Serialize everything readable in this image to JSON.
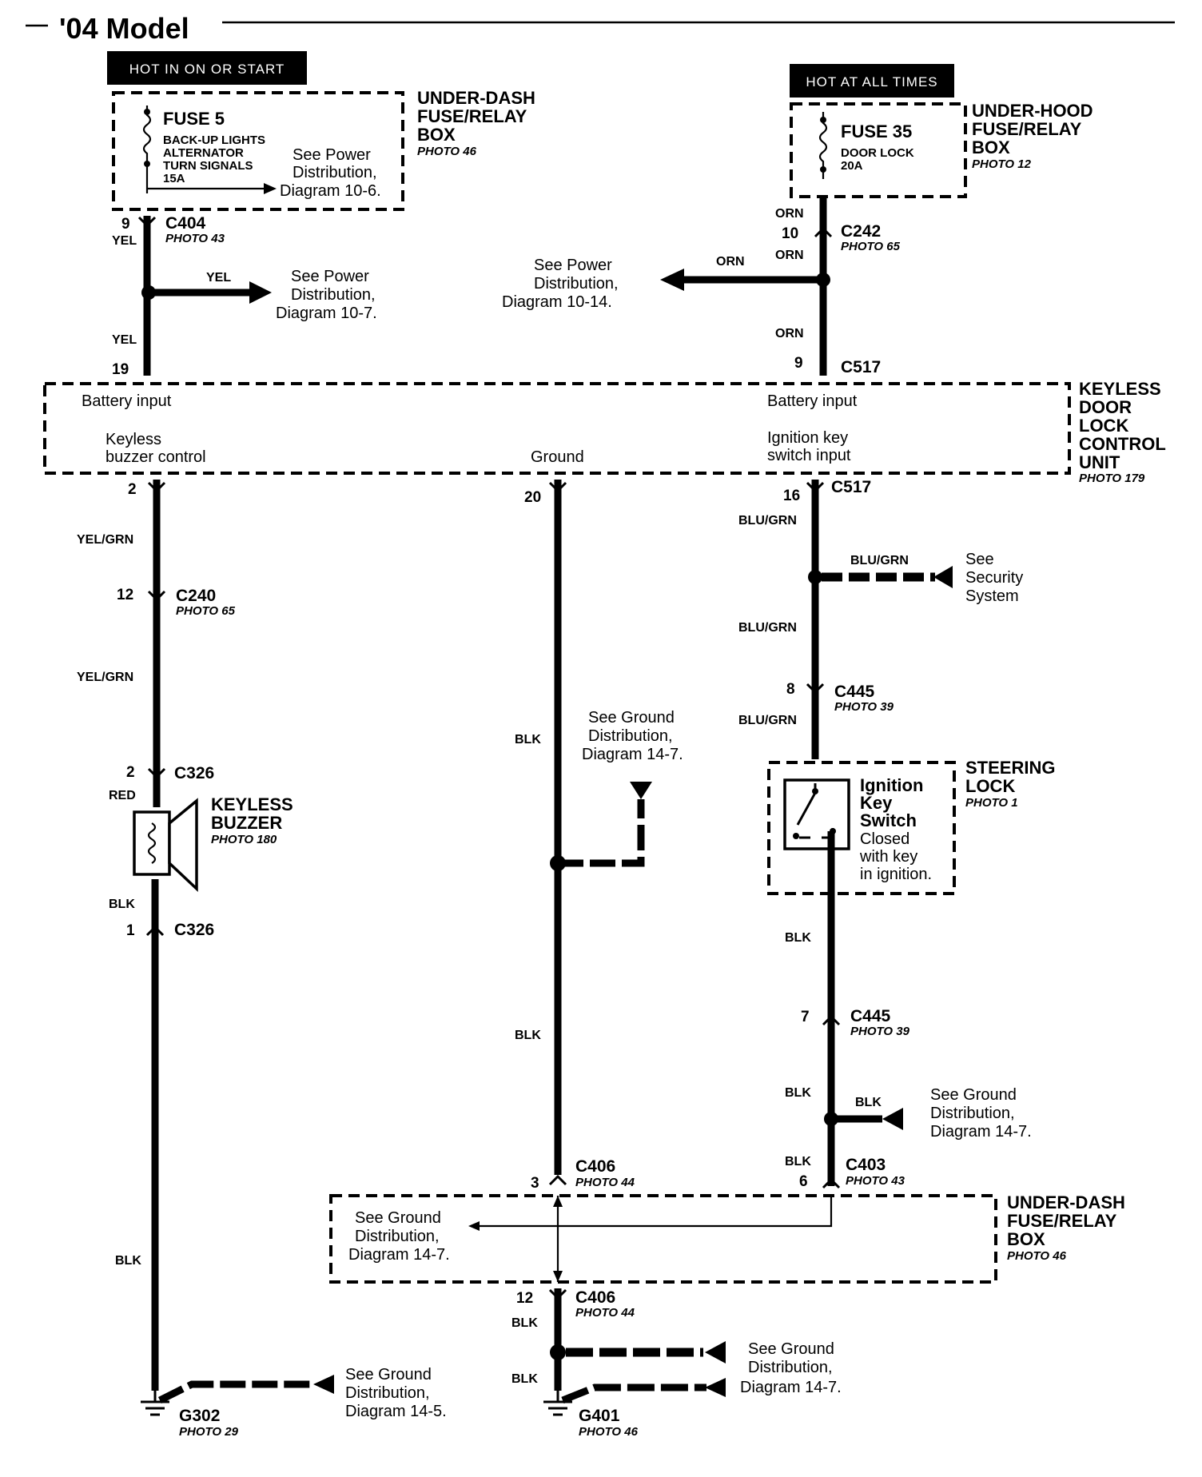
{
  "title": "'04 Model",
  "hot_in_on_or_start": "HOT IN ON OR START",
  "hot_at_all_times": "HOT AT ALL TIMES",
  "underdash_top": {
    "name": [
      "UNDER-DASH",
      "FUSE/RELAY",
      "BOX"
    ],
    "photo": "PHOTO 46",
    "fuse": "FUSE 5",
    "fuse_circuits": [
      "BACK-UP LIGHTS",
      "ALTERNATOR",
      "TURN SIGNALS",
      "15A"
    ],
    "see": [
      "See Power",
      "Distribution,",
      "Diagram 10-6."
    ]
  },
  "underhood": {
    "name": [
      "UNDER-HOOD",
      "FUSE/RELAY",
      "BOX"
    ],
    "photo": "PHOTO 12",
    "fuse": "FUSE 35",
    "fuse_circuits": [
      "DOOR LOCK",
      "20A"
    ]
  },
  "c404": {
    "pin": "9",
    "name": "C404",
    "photo": "PHOTO 43"
  },
  "c242": {
    "pin": "10",
    "name": "C242",
    "photo": "PHOTO 65"
  },
  "wire_colors": {
    "yel": "YEL",
    "orn": "ORN",
    "yel_grn": "YEL/GRN",
    "blu_grn": "BLU/GRN",
    "blk": "BLK",
    "red": "RED"
  },
  "see_power_10_7": [
    "See Power",
    "Distribution,",
    "Diagram 10-7."
  ],
  "see_power_10_14": [
    "See Power",
    "Distribution,",
    "Diagram 10-14."
  ],
  "c517_top": {
    "pin_left": "19",
    "pin_right": "9",
    "name": "C517"
  },
  "control_unit": {
    "name": [
      "KEYLESS",
      "DOOR",
      "LOCK",
      "CONTROL",
      "UNIT"
    ],
    "photo": "PHOTO 179",
    "battery_input_left": "Battery input",
    "battery_input_right": "Battery input",
    "buzzer_control": [
      "Keyless",
      "buzzer control"
    ],
    "ground": "Ground",
    "ignition_input": [
      "Ignition key",
      "switch input"
    ]
  },
  "c517_bottom": {
    "pin_left": "2",
    "pin_mid": "20",
    "pin_right": "16",
    "name": "C517"
  },
  "c240": {
    "pin": "12",
    "name": "C240",
    "photo": "PHOTO 65"
  },
  "see_security": [
    "See",
    "Security",
    "System"
  ],
  "c445_top": {
    "pin": "8",
    "name": "C445",
    "photo": "PHOTO 39"
  },
  "c326_top": {
    "pin": "2",
    "name": "C326"
  },
  "buzzer": {
    "name": [
      "KEYLESS",
      "BUZZER"
    ],
    "photo": "PHOTO 180"
  },
  "c326_bottom": {
    "pin": "1",
    "name": "C326"
  },
  "see_ground_14_7_mid": [
    "See Ground",
    "Distribution,",
    "Diagram 14-7."
  ],
  "steering_lock": {
    "name": [
      "STEERING",
      "LOCK"
    ],
    "photo": "PHOTO 1",
    "switch": [
      "Ignition",
      "Key",
      "Switch"
    ],
    "desc": [
      "Closed",
      "with key",
      "in ignition."
    ]
  },
  "c445_bottom": {
    "pin": "7",
    "name": "C445",
    "photo": "PHOTO 39"
  },
  "see_ground_14_7_right": [
    "See Ground",
    "Distribution,",
    "Diagram 14-7."
  ],
  "c406_top": {
    "pin": "3",
    "name": "C406",
    "photo": "PHOTO 44"
  },
  "c403": {
    "pin": "6",
    "name": "C403",
    "photo": "PHOTO 43"
  },
  "underdash_bottom": {
    "name": [
      "UNDER-DASH",
      "FUSE/RELAY",
      "BOX"
    ],
    "photo": "PHOTO 46",
    "see": [
      "See Ground",
      "Distribution,",
      "Diagram 14-7."
    ]
  },
  "c406_bottom": {
    "pin": "12",
    "name": "C406",
    "photo": "PHOTO 44"
  },
  "see_ground_14_7_bottom": [
    "See Ground",
    "Distribution,",
    "Diagram 14-7."
  ],
  "see_ground_14_5": [
    "See Ground",
    "Distribution,",
    "Diagram 14-5."
  ],
  "g302": {
    "name": "G302",
    "photo": "PHOTO 29"
  },
  "g401": {
    "name": "G401",
    "photo": "PHOTO 46"
  }
}
